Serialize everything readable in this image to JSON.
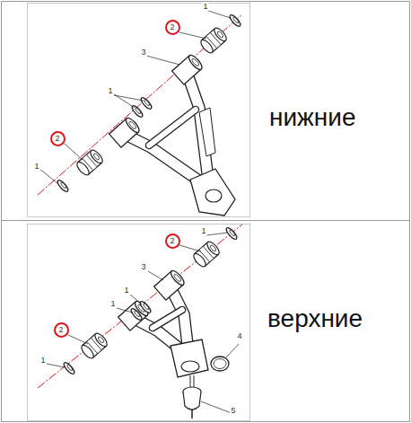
{
  "diagram": {
    "nodes": [
      {
        "text": [
          "2"
        ]
      },
      {
        "text": [
          "2"
        ]
      },
      {
        "text": [
          "2"
        ]
      },
      {
        "text": [
          "2"
        ]
      }
    ],
    "labels": [
      "1",
      "3",
      "1",
      "1",
      "нижние",
      "1",
      "3",
      "1",
      "1",
      "1",
      "4",
      "5",
      "верхние"
    ]
  }
}
